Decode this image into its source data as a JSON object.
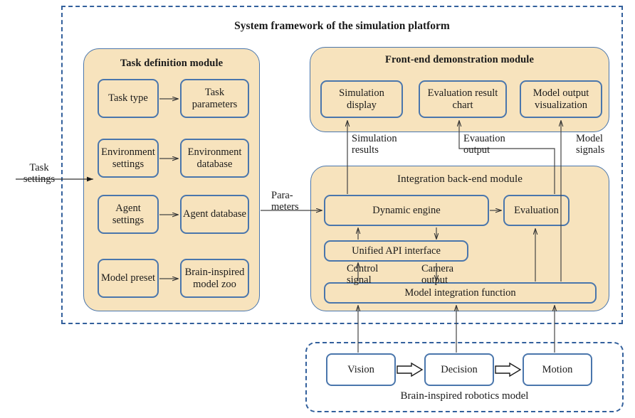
{
  "title": "System framework of the simulation platform",
  "colors": {
    "panel_fill": "#f7e3bd",
    "border_blue": "#4a76ac",
    "dashed_blue": "#33609c",
    "text": "#1a1a1a"
  },
  "outer_frame": {
    "name": "system-framework-boundary"
  },
  "task_module": {
    "title": "Task definition module",
    "rows": [
      {
        "source": "Task\ntype",
        "target": "Task\nparameters"
      },
      {
        "source": "Environment\nsettings",
        "target": "Environment\ndatabase"
      },
      {
        "source": "Agent\nsettings",
        "target": "Agent\ndatabase"
      },
      {
        "source": "Model\npreset",
        "target": "Brain-inspired\nmodel zoo"
      }
    ]
  },
  "frontend_module": {
    "title": "Front-end demonstration module",
    "nodes": [
      {
        "label": "Simulation\ndisplay"
      },
      {
        "label": "Evaluation\nresult chart"
      },
      {
        "label": "Model output\nvisualization"
      }
    ]
  },
  "backend_module": {
    "title": "Integration back-end module",
    "nodes": [
      {
        "label": "Dynamic engine"
      },
      {
        "label": "Evaluation"
      },
      {
        "label": "Unified API interface"
      },
      {
        "label": "Model integration function"
      }
    ]
  },
  "robotics_module": {
    "caption": "Brain-inspired robotics model",
    "nodes": [
      {
        "label": "Vision"
      },
      {
        "label": "Decision"
      },
      {
        "label": "Motion"
      }
    ]
  },
  "edge_labels": {
    "task_settings": "Task\nsettings",
    "parameters": "Para-\nmeters",
    "simulation_results": "Simulation\nresults",
    "evaluation_output": "Evauation\noutput",
    "model_signals": "Model\nsignals",
    "control_signal": "Control\nsignal",
    "camera_output": "Camera\noutput"
  }
}
